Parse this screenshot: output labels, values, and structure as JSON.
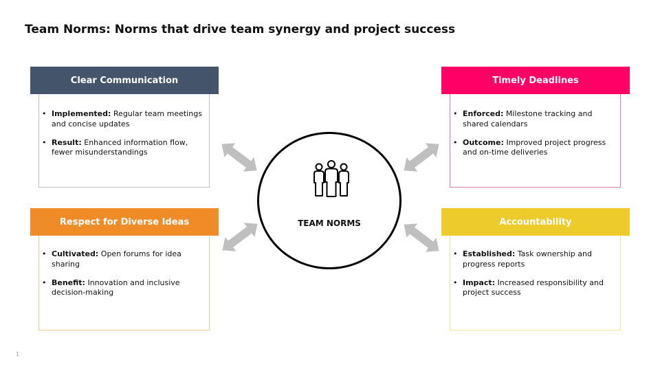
{
  "title": "Team Norms: Norms that drive team synergy and project success",
  "colors": {
    "communication": "#44546A",
    "deadlines": "#FF0066",
    "diverse_ideas": "#F08C28",
    "accountability": "#EDCB2A",
    "arrow": "#BFBFBF"
  },
  "center": {
    "label": "TEAM NORMS",
    "icon": "team-people-icon"
  },
  "cards": {
    "communication": {
      "header": "Clear Communication",
      "b1_label": "Implemented:",
      "b1_text": " Regular team meetings and concise updates",
      "b2_label": "Result:",
      "b2_text": " Enhanced information flow, fewer misunderstandings"
    },
    "deadlines": {
      "header": "Timely Deadlines",
      "b1_label": "Enforced:",
      "b1_text": " Milestone tracking and shared calendars",
      "b2_label": "Outcome:",
      "b2_text": " Improved project progress and on-time deliveries"
    },
    "diverse_ideas": {
      "header": "Respect for Diverse Ideas",
      "b1_label": "Cultivated:",
      "b1_text": " Open forums for idea sharing",
      "b2_label": "Benefit:",
      "b2_text": " Innovation and inclusive decision-making"
    },
    "accountability": {
      "header": "Accountability",
      "b1_label": "Established:",
      "b1_text": " Task ownership and progress reports",
      "b2_label": "Impact:",
      "b2_text": " Increased responsibility and project success"
    }
  },
  "page_number": "1"
}
